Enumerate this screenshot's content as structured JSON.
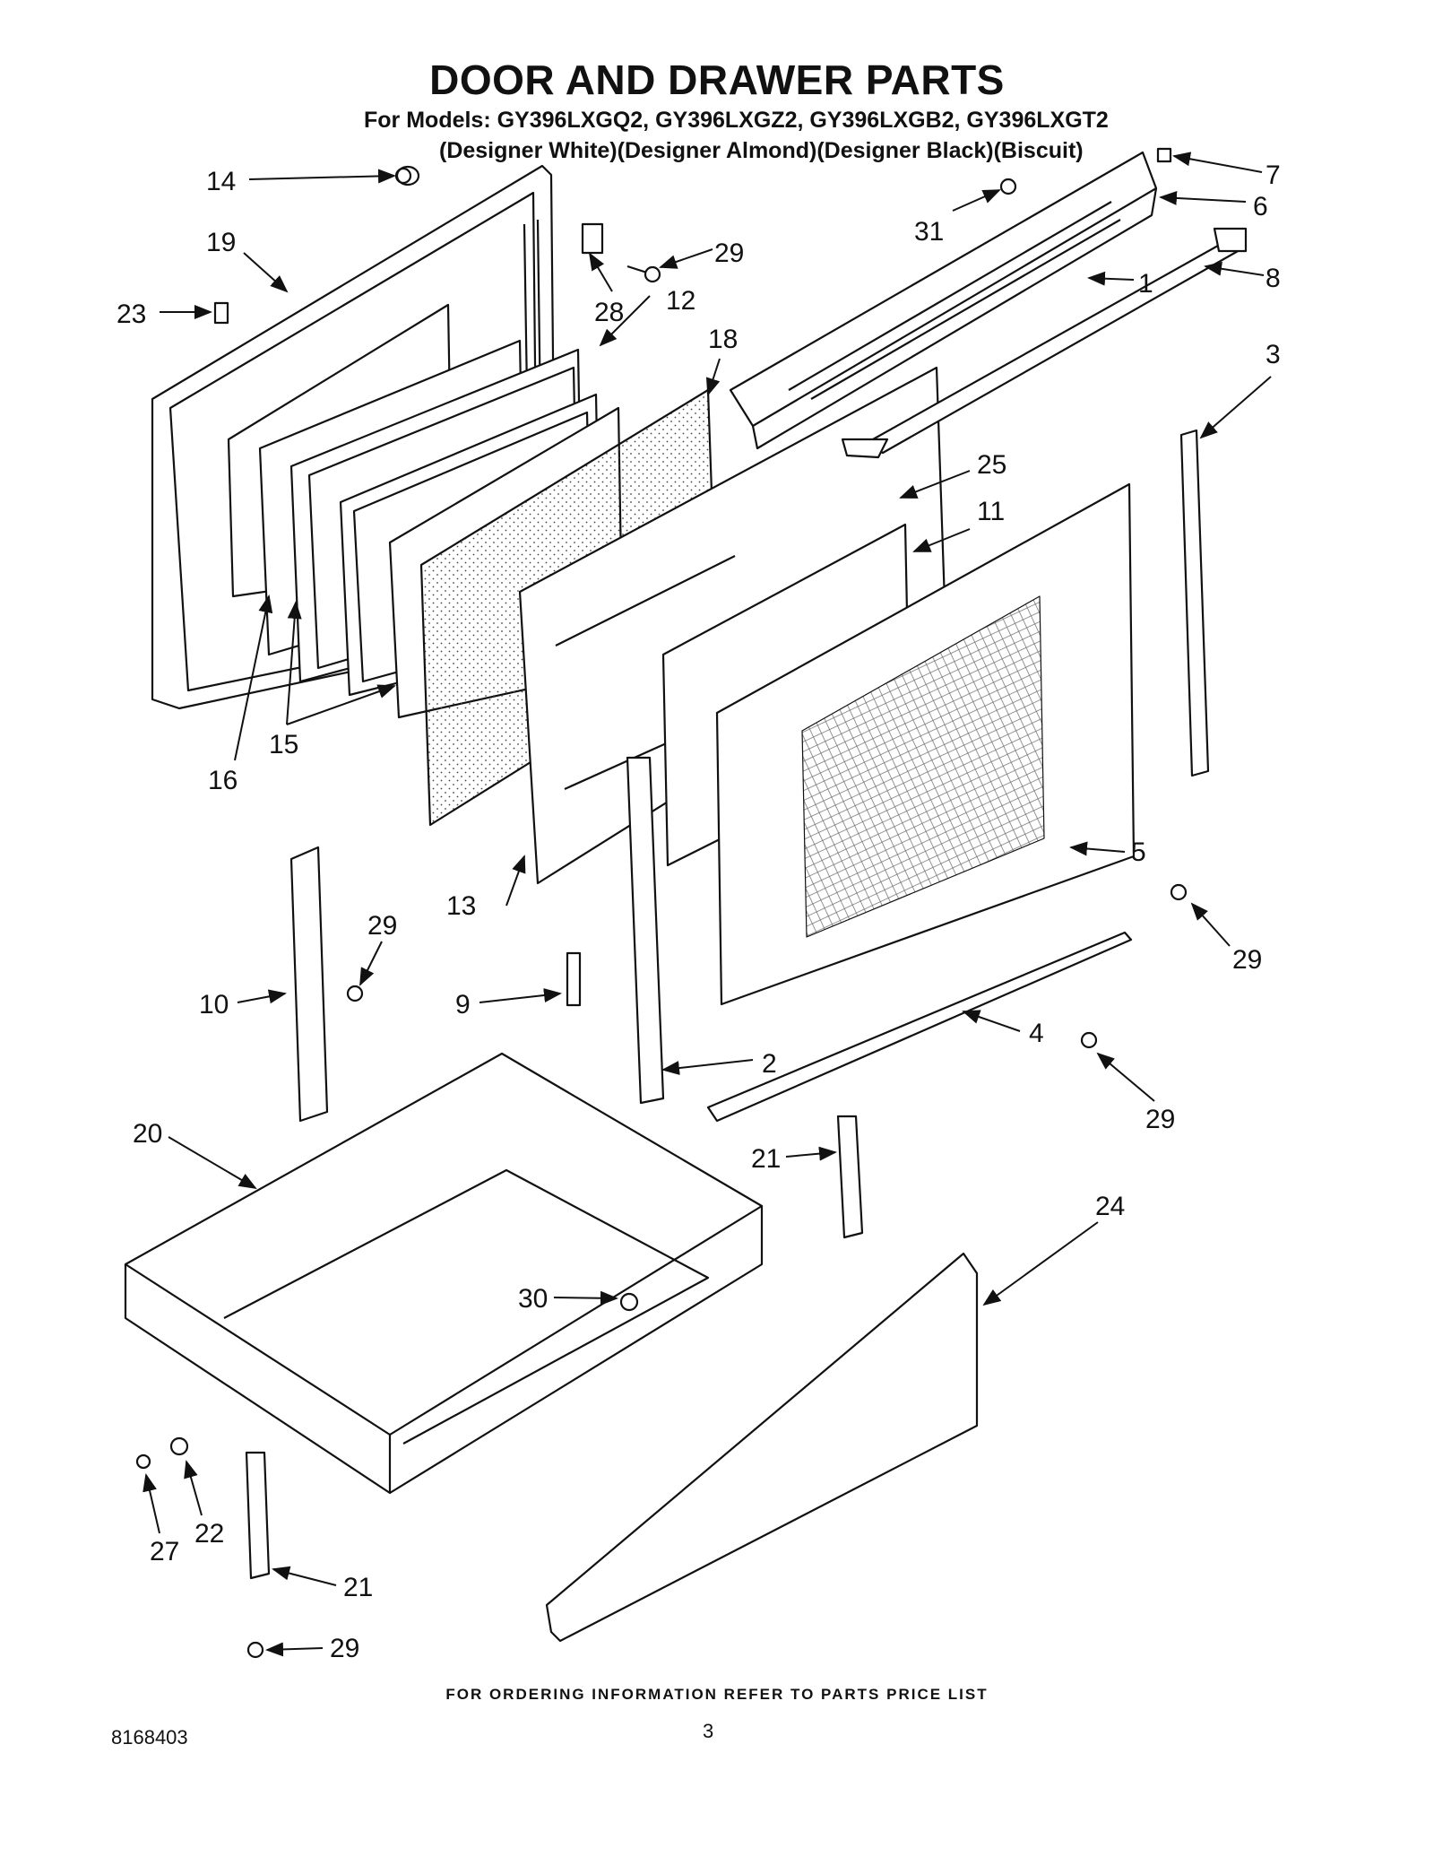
{
  "title": "DOOR AND DRAWER PARTS",
  "models_line": "For Models: GY396LXGQ2, GY396LXGZ2, GY396LXGB2, GY396LXGT2",
  "colors_line": "(Designer White)(Designer Almond)(Designer Black)(Biscuit)",
  "footer": "FOR ORDERING INFORMATION REFER TO PARTS PRICE LIST",
  "document_number": "8168403",
  "page_number": "3",
  "callouts": {
    "c14": "14",
    "c19": "19",
    "c23": "23",
    "c28": "28",
    "c12": "12",
    "c29a": "29",
    "c31": "31",
    "c7": "7",
    "c6": "6",
    "c1": "1",
    "c8": "8",
    "c18": "18",
    "c3": "3",
    "c25": "25",
    "c11": "11",
    "c16": "16",
    "c15": "15",
    "c5": "5",
    "c13": "13",
    "c29b": "29",
    "c29c": "29",
    "c10": "10",
    "c9": "9",
    "c4": "4",
    "c2": "2",
    "c29d": "29",
    "c20": "20",
    "c21a": "21",
    "c24": "24",
    "c30": "30",
    "c22": "22",
    "c27": "27",
    "c21b": "21",
    "c29e": "29"
  }
}
